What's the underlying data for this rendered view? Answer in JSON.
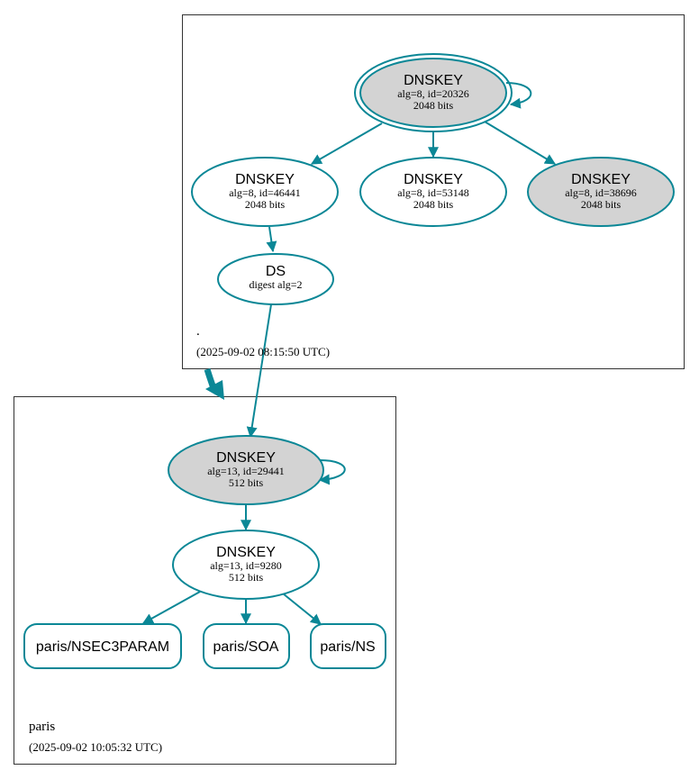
{
  "colors": {
    "edge": "#0b8796",
    "node_fill_white": "#ffffff",
    "node_fill_gray": "#d3d3d3",
    "zone_border": "#333333"
  },
  "zones": {
    "root": {
      "name": ".",
      "timestamp": "(2025-09-02 08:15:50 UTC)",
      "nodes": {
        "ksk": {
          "title": "DNSKEY",
          "line1": "alg=8, id=20326",
          "line2": "2048 bits"
        },
        "zsk1": {
          "title": "DNSKEY",
          "line1": "alg=8, id=46441",
          "line2": "2048 bits"
        },
        "zsk2": {
          "title": "DNSKEY",
          "line1": "alg=8, id=53148",
          "line2": "2048 bits"
        },
        "zsk3": {
          "title": "DNSKEY",
          "line1": "alg=8, id=38696",
          "line2": "2048 bits"
        },
        "ds": {
          "title": "DS",
          "line1": "digest alg=2"
        }
      }
    },
    "paris": {
      "name": "paris",
      "timestamp": "(2025-09-02 10:05:32 UTC)",
      "nodes": {
        "ksk": {
          "title": "DNSKEY",
          "line1": "alg=13, id=29441",
          "line2": "512 bits"
        },
        "zsk": {
          "title": "DNSKEY",
          "line1": "alg=13, id=9280",
          "line2": "512 bits"
        }
      },
      "rrsets": {
        "nsec3param": "paris/NSEC3PARAM",
        "soa": "paris/SOA",
        "ns": "paris/NS"
      }
    }
  }
}
